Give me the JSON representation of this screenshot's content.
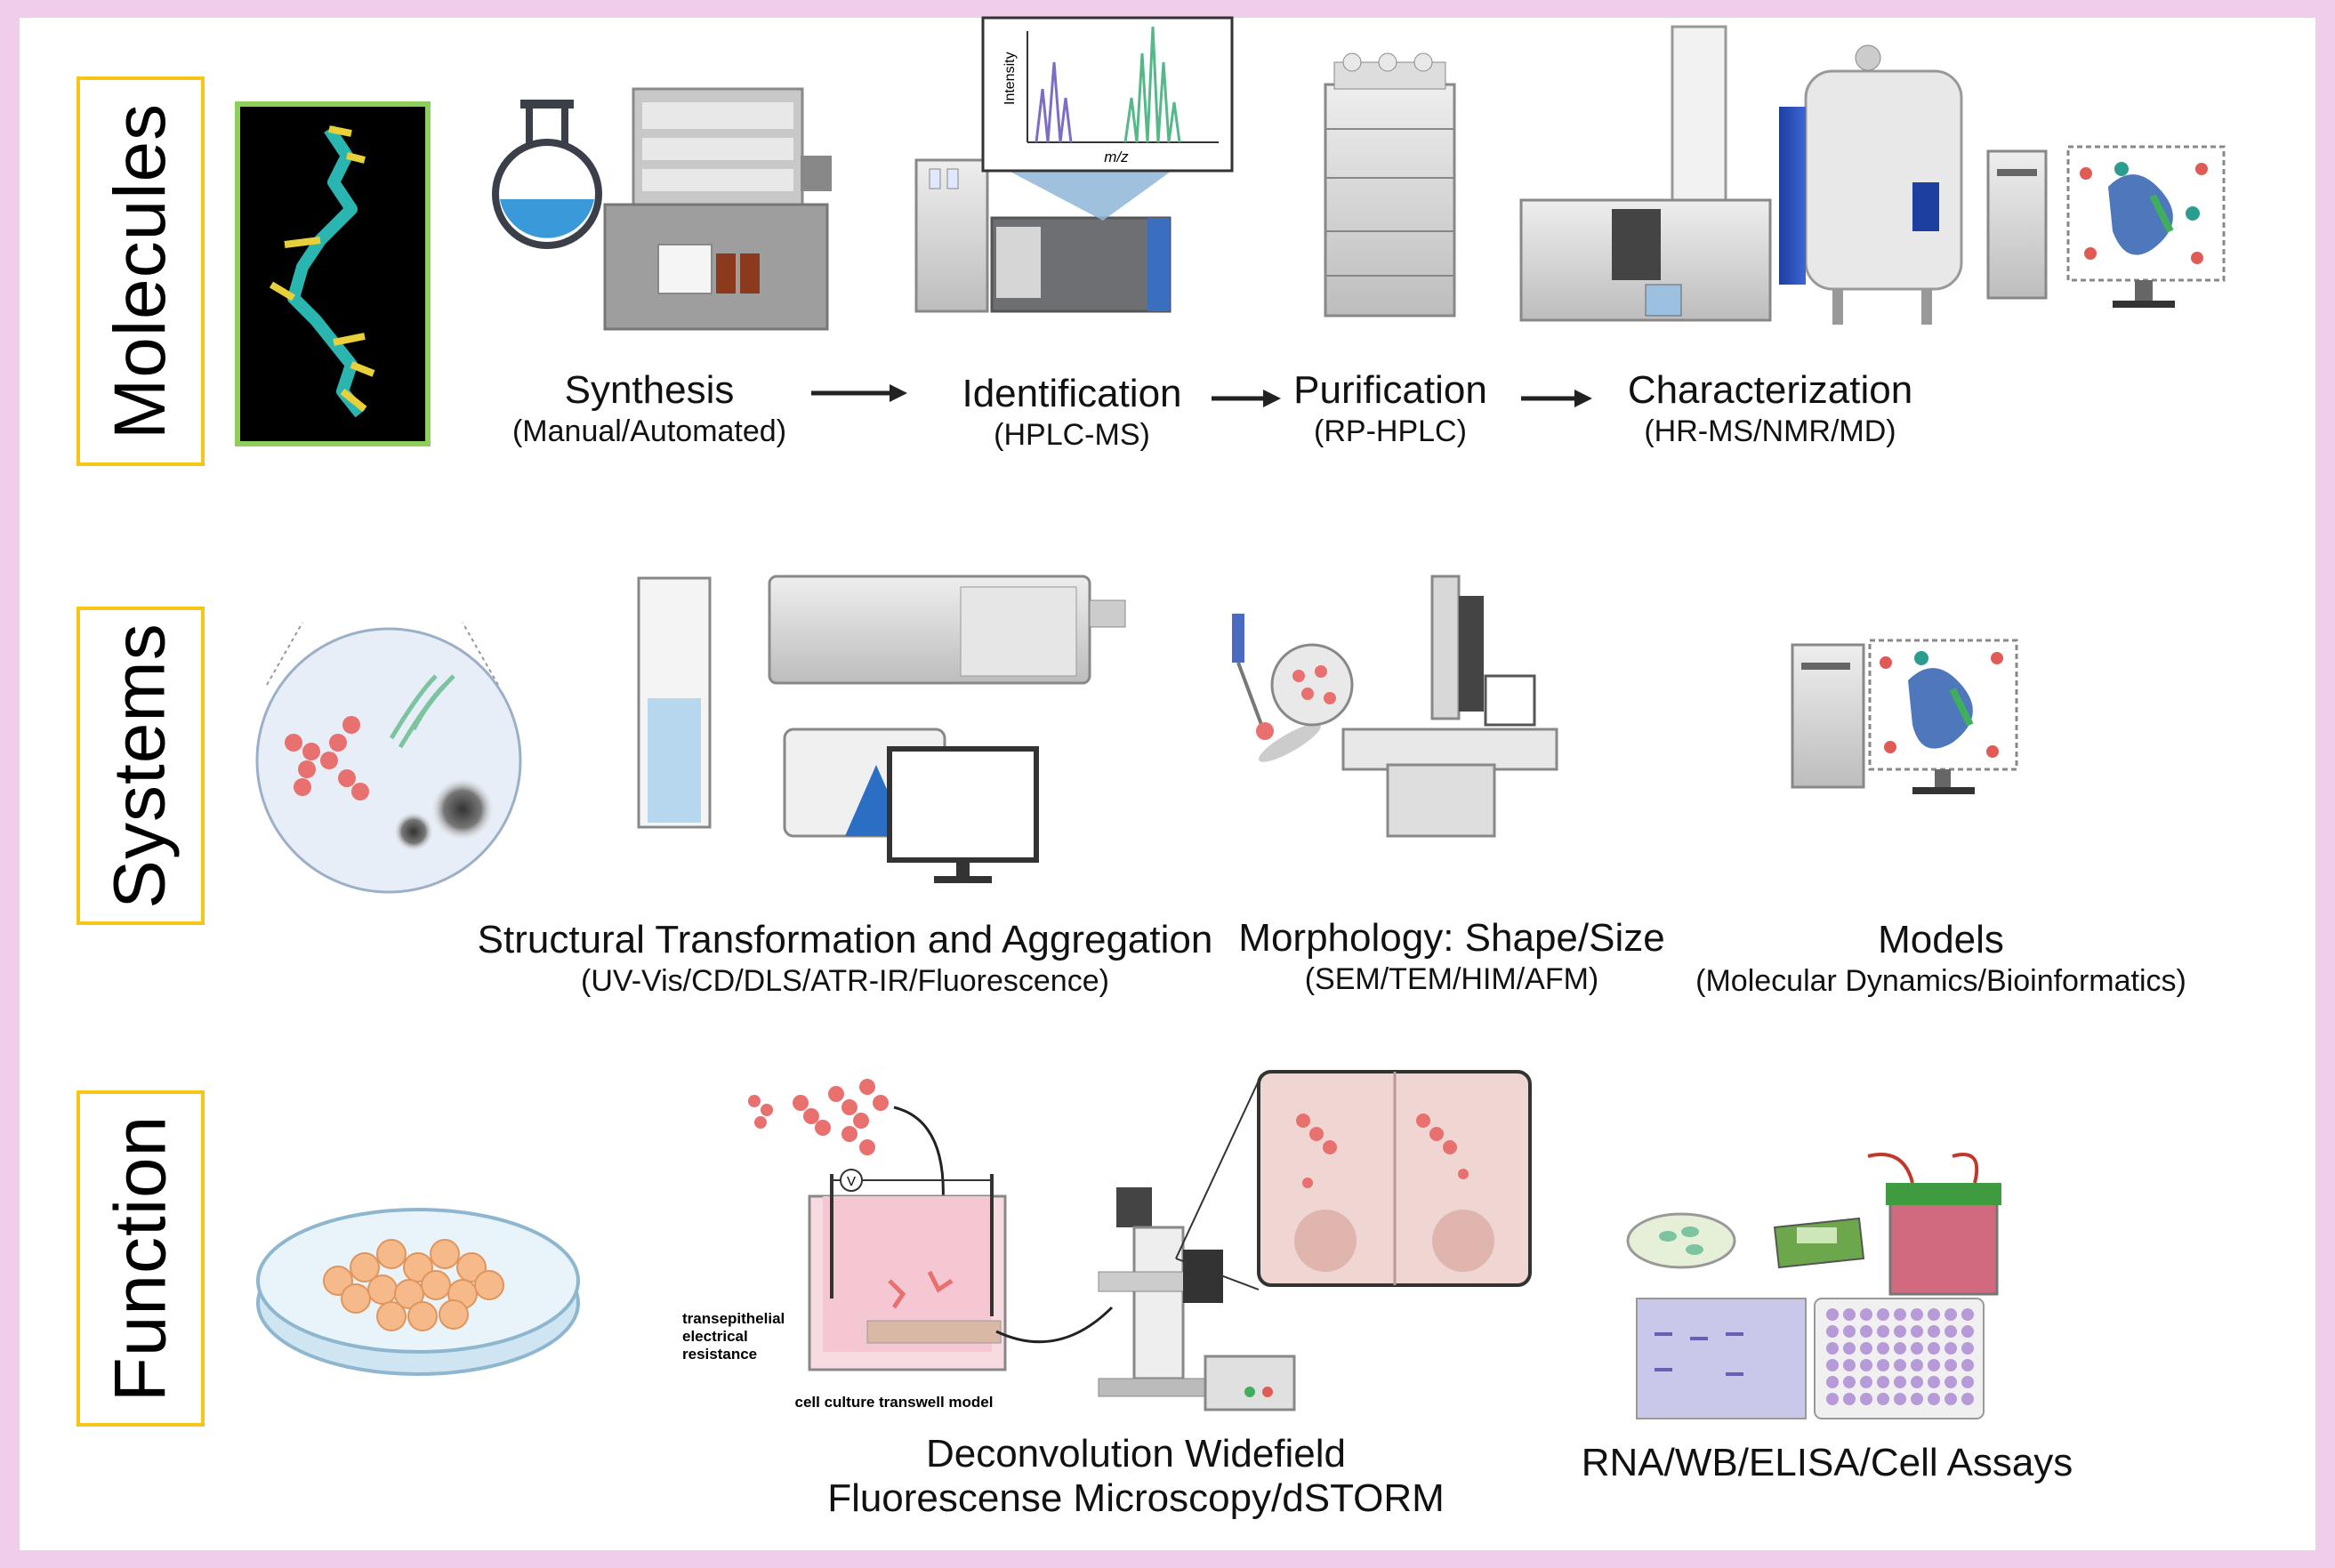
{
  "rows": {
    "molecules": "Molecules",
    "systems": "Systems",
    "function": "Function"
  },
  "molecules_steps": [
    {
      "title": "Synthesis",
      "sub": "(Manual/Automated)"
    },
    {
      "title": "Identification",
      "sub": "(HPLC-MS)"
    },
    {
      "title": "Purification",
      "sub": "(RP-HPLC)"
    },
    {
      "title": "Characterization",
      "sub": "(HR-MS/NMR/MD)"
    }
  ],
  "ms_inset": {
    "ylabel": "Intensity",
    "xlabel": "m/z"
  },
  "systems_steps": [
    {
      "title": "Structural Transformation and Aggregation",
      "sub": "(UV-Vis/CD/DLS/ATR-IR/Fluorescence)"
    },
    {
      "title": "Morphology: Shape/Size",
      "sub": "(SEM/TEM/HIM/AFM)"
    },
    {
      "title": "Models",
      "sub": "(Molecular Dynamics/Bioinformatics)"
    }
  ],
  "function_steps": [
    {
      "title": "Deconvolution Widefield",
      "sub": "Fluorescense Microscopy/dSTORM"
    },
    {
      "title": "RNA/WB/ELISA/Cell Assays",
      "sub": ""
    }
  ],
  "transwell": {
    "teer1": "transepithelial",
    "teer2": "electrical",
    "teer3": "resistance",
    "caption": "cell culture transwell model",
    "voltmeter": "V"
  },
  "colors": {
    "frame": "#f0cdea",
    "label_border": "#f5c518",
    "peptide_bg": "#000000",
    "flask_liquid": "#3a9ad9",
    "aggregate": "#e8706e",
    "fibril": "#7cc4a0"
  }
}
